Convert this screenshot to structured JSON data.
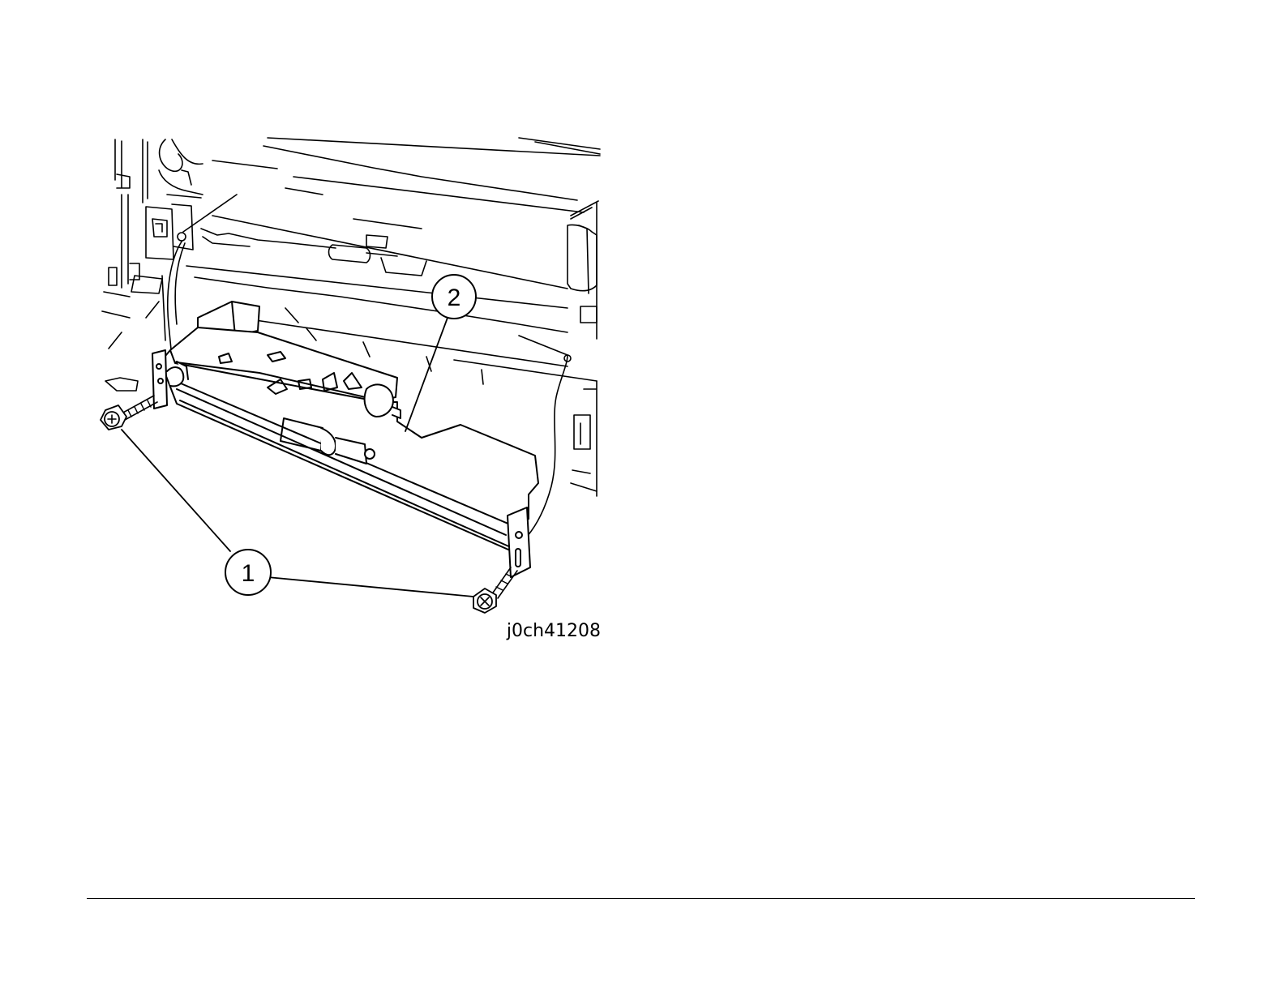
{
  "figure": {
    "id_label": "j0ch41208",
    "callouts": [
      {
        "number": "1",
        "part": "screw"
      },
      {
        "number": "2",
        "part": "assembly"
      }
    ]
  },
  "colors": {
    "ink": "#000000",
    "paper": "#ffffff"
  }
}
